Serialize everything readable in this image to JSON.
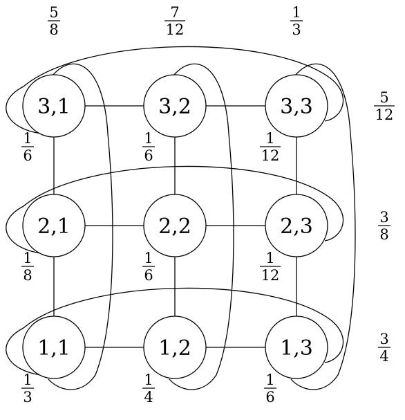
{
  "grid": {
    "rows": [
      3,
      2,
      1
    ],
    "cols": [
      1,
      2,
      3
    ]
  },
  "nodes": [
    {
      "id": "3,1",
      "label": "3,1",
      "weight": {
        "num": "1",
        "den": "6"
      }
    },
    {
      "id": "3,2",
      "label": "3,2",
      "weight": {
        "num": "1",
        "den": "6"
      }
    },
    {
      "id": "3,3",
      "label": "3,3",
      "weight": {
        "num": "1",
        "den": "12"
      }
    },
    {
      "id": "2,1",
      "label": "2,1",
      "weight": {
        "num": "1",
        "den": "8"
      }
    },
    {
      "id": "2,2",
      "label": "2,2",
      "weight": {
        "num": "1",
        "den": "6"
      }
    },
    {
      "id": "2,3",
      "label": "2,3",
      "weight": {
        "num": "1",
        "den": "12"
      }
    },
    {
      "id": "1,1",
      "label": "1,1",
      "weight": {
        "num": "1",
        "den": "3"
      }
    },
    {
      "id": "1,2",
      "label": "1,2",
      "weight": {
        "num": "1",
        "den": "4"
      }
    },
    {
      "id": "1,3",
      "label": "1,3",
      "weight": {
        "num": "1",
        "den": "6"
      }
    }
  ],
  "column_totals": [
    {
      "num": "5",
      "den": "8"
    },
    {
      "num": "7",
      "den": "12"
    },
    {
      "num": "1",
      "den": "3"
    }
  ],
  "row_totals": [
    {
      "num": "5",
      "den": "12"
    },
    {
      "num": "3",
      "den": "8"
    },
    {
      "num": "3",
      "den": "4"
    }
  ]
}
